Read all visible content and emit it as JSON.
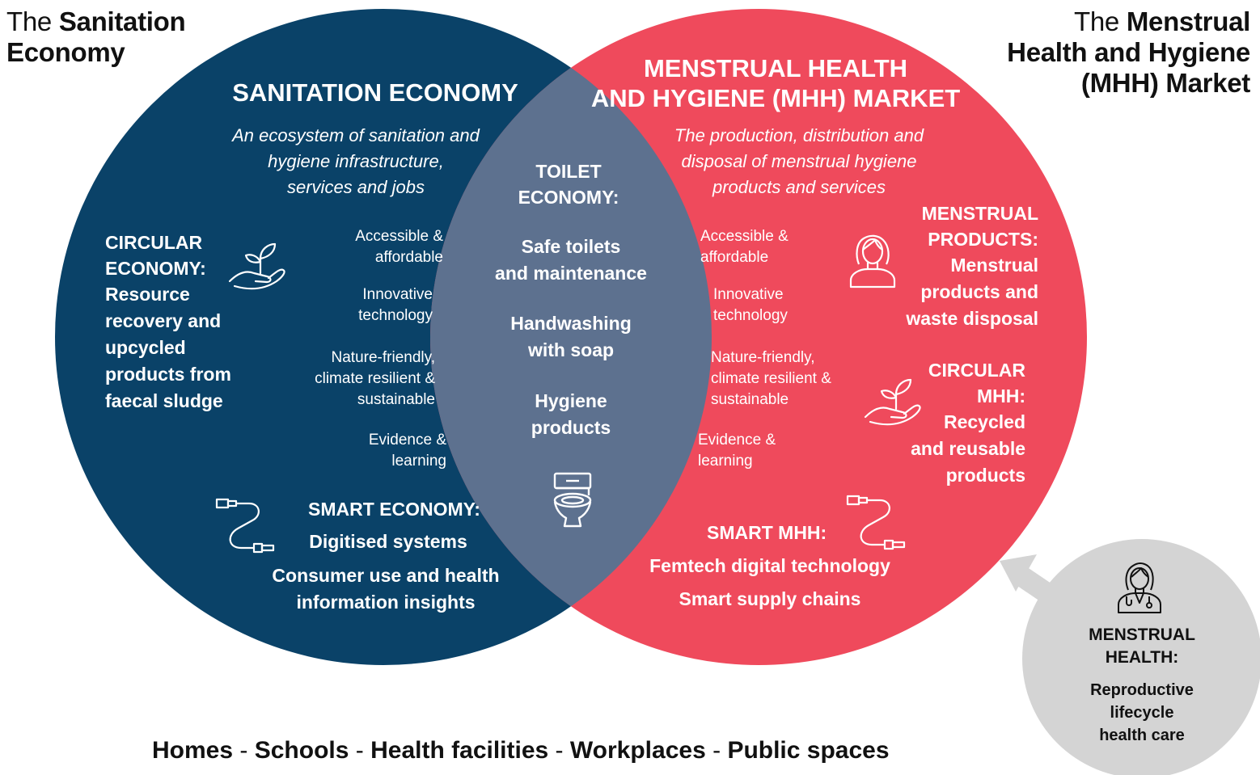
{
  "corners": {
    "left": {
      "prefix": "The",
      "bold_line1": "Sanitation",
      "bold_line2": "Economy"
    },
    "right": {
      "prefix": "The",
      "bold_line1": "Menstrual",
      "bold_line2": "Health and Hygiene",
      "bold_line3": "(MHH) Market"
    }
  },
  "colors": {
    "sanitation": "#0a4268",
    "mhh": "#ef4a5c",
    "overlap": "#5d718f",
    "health": "#d4d4d4"
  },
  "left": {
    "title": "SANITATION ECONOMY",
    "subtitle": [
      "An ecosystem of sanitation and",
      "hygiene infrastructure,",
      "services and jobs"
    ],
    "circular": {
      "heading": [
        "CIRCULAR",
        "ECONOMY:"
      ],
      "body": [
        "Resource",
        "recovery and",
        "upcycled",
        "products from",
        "faecal sludge"
      ]
    },
    "features": [
      [
        "Accessible &",
        "affordable"
      ],
      [
        "Innovative",
        "technology"
      ],
      [
        "Nature-friendly,",
        "climate resilient &",
        "sustainable"
      ],
      [
        "Evidence &",
        "learning"
      ]
    ],
    "smart": {
      "heading": "SMART ECONOMY:",
      "item1": "Digitised systems",
      "item2": [
        "Consumer use and health",
        "information insights"
      ]
    }
  },
  "center": {
    "heading": [
      "TOILET",
      "ECONOMY:"
    ],
    "items": [
      [
        "Safe toilets",
        "and maintenance"
      ],
      [
        "Handwashing",
        "with soap"
      ],
      [
        "Hygiene",
        "products"
      ]
    ]
  },
  "right": {
    "title": [
      "MENSTRUAL HEALTH",
      "AND HYGIENE (MHH) MARKET"
    ],
    "subtitle": [
      "The production, distribution and",
      "disposal of menstrual hygiene",
      "products and services"
    ],
    "features": [
      [
        "Accessible &",
        "affordable"
      ],
      [
        "Innovative",
        "technology"
      ],
      [
        "Nature-friendly,",
        "climate resilient &",
        "sustainable"
      ],
      [
        "Evidence &",
        "learning"
      ]
    ],
    "products": {
      "heading": [
        "MENSTRUAL",
        "PRODUCTS:"
      ],
      "body": [
        "Menstrual",
        "products and",
        "waste disposal"
      ]
    },
    "circular": {
      "heading": [
        "CIRCULAR",
        "MHH:"
      ],
      "body": [
        "Recycled",
        "and reusable",
        "products"
      ]
    },
    "smart": {
      "heading": "SMART MHH:",
      "item1": "Femtech digital technology",
      "item2": "Smart supply chains"
    }
  },
  "health": {
    "heading": [
      "MENSTRUAL",
      "HEALTH:"
    ],
    "body": [
      "Reproductive",
      "lifecycle",
      "health care"
    ]
  },
  "bottom": {
    "items": [
      "Homes",
      "Schools",
      "Health facilities",
      "Workplaces",
      "Public spaces"
    ],
    "separator": "-"
  },
  "icons": [
    "plant-in-hand-icon",
    "usb-cable-icon",
    "toilet-icon",
    "woman-icon",
    "plant-in-hand-icon",
    "usb-cable-icon",
    "doctor-icon",
    "arrow-icon"
  ]
}
